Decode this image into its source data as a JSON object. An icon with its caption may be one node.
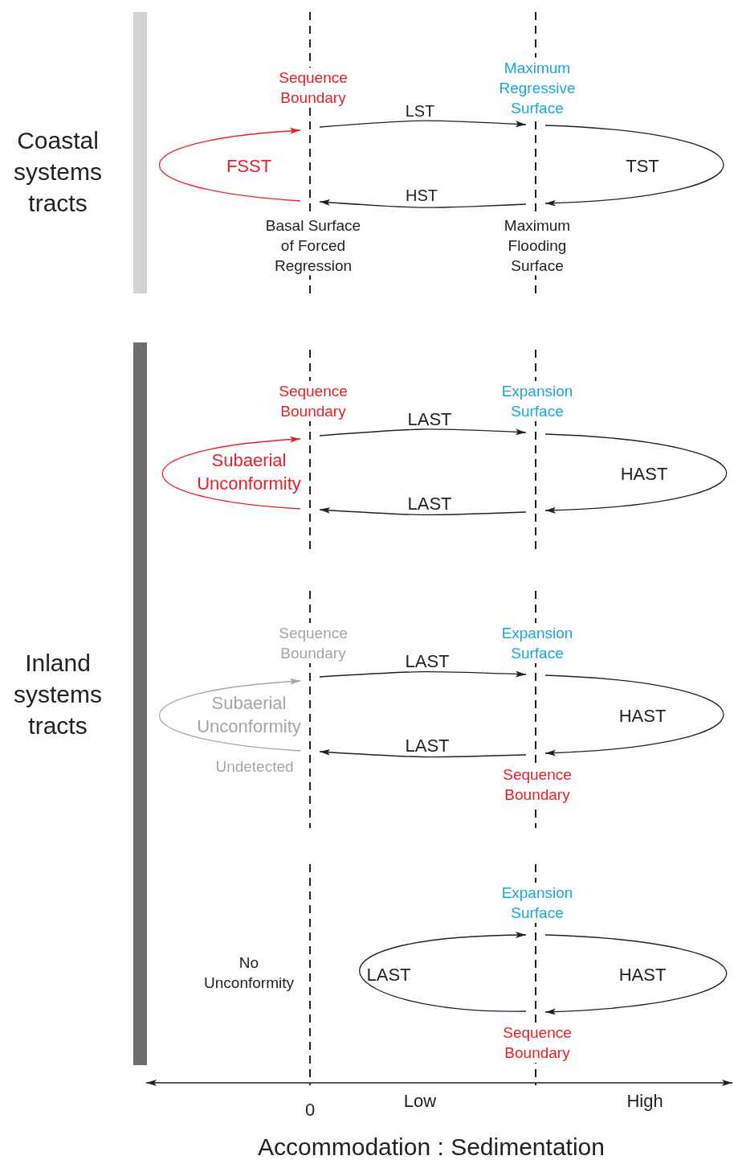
{
  "diagram": {
    "nodes": [
      {
        "text": [
          "Sequence Boundary",
          "Basal Surface of Forced Regression"
        ]
      },
      {
        "text": [
          "Maximum Regressive Surface",
          "Maximum Flooding Surface"
        ]
      },
      {
        "text": [
          "Sequence Boundary"
        ]
      },
      {
        "text": [
          "Expansion Surface"
        ]
      },
      {
        "text": [
          "Sequence Boundary"
        ]
      },
      {
        "text": [
          "Expansion Surface",
          "Sequence Boundary"
        ]
      },
      {
        "text": [],
        "shape": "line",
        "beside": [
          "No Unconformity"
        ]
      },
      {
        "text": [
          "Expansion Surface",
          "Sequence Boundary"
        ]
      },
      {
        "text": [
          "Coastal systems tracts"
        ]
      },
      {
        "text": [
          "Inland systems tracts"
        ]
      }
    ],
    "edges": [
      {
        "from": 0,
        "to": 0,
        "arrow": "to",
        "label": "FSST",
        "color": "#e8202a"
      },
      {
        "from": 0,
        "to": 1,
        "arrow": "to",
        "label": "LST"
      },
      {
        "from": 1,
        "to": 1,
        "arrow": "to",
        "label": "TST"
      },
      {
        "from": 1,
        "to": 0,
        "arrow": "to",
        "label": "HST"
      },
      {
        "from": 2,
        "to": 2,
        "arrow": "to",
        "label": "Subaerial Unconformity",
        "color": "#e8202a"
      },
      {
        "from": 2,
        "to": 3,
        "arrow": "to",
        "label": "LAST"
      },
      {
        "from": 3,
        "to": 3,
        "arrow": "to",
        "label": "HAST"
      },
      {
        "from": 3,
        "to": 2,
        "arrow": "to",
        "label": "LAST"
      },
      {
        "from": 4,
        "to": 4,
        "arrow": "to",
        "label": "Subaerial Unconformity",
        "color": "#a6a6a6"
      },
      {
        "from": 4,
        "to": 5,
        "arrow": "to",
        "label": "LAST"
      },
      {
        "from": 5,
        "to": 5,
        "arrow": "to",
        "label": "HAST"
      },
      {
        "from": 5,
        "to": 4,
        "arrow": "to",
        "label": "LAST"
      },
      {
        "from": 7,
        "to": 7,
        "arrow": "to",
        "label": "LAST"
      },
      {
        "from": 7,
        "to": 7,
        "arrow": "to",
        "label": "HAST"
      }
    ],
    "labels": [
      "Undetected",
      "0",
      "Low",
      "High",
      "Accommodation : Sedimentation"
    ]
  }
}
